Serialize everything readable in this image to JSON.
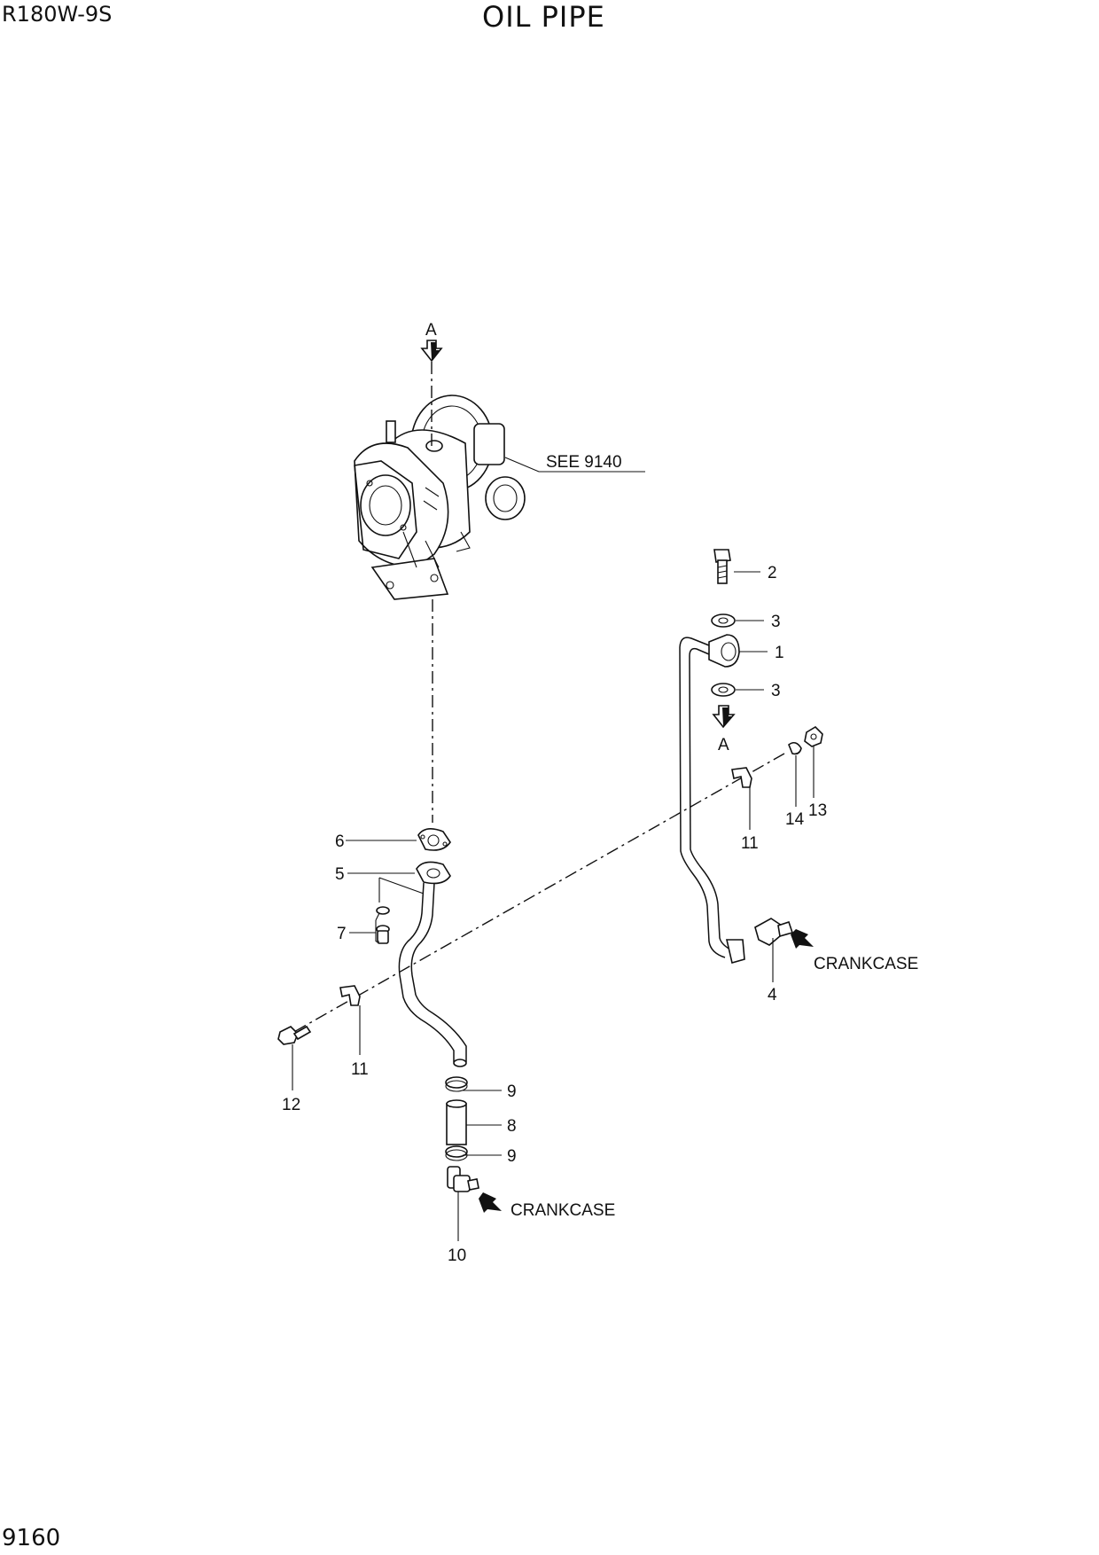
{
  "header": {
    "model": "R180W-9S",
    "title": "OIL PIPE",
    "page_number": "9160"
  },
  "diagram": {
    "view_marker": "A",
    "see_reference": "SEE 9140",
    "crankcase_label": "CRANKCASE",
    "callouts": [
      "1",
      "2",
      "3",
      "4",
      "5",
      "6",
      "7",
      "8",
      "9",
      "10",
      "11",
      "12",
      "13",
      "14"
    ]
  }
}
